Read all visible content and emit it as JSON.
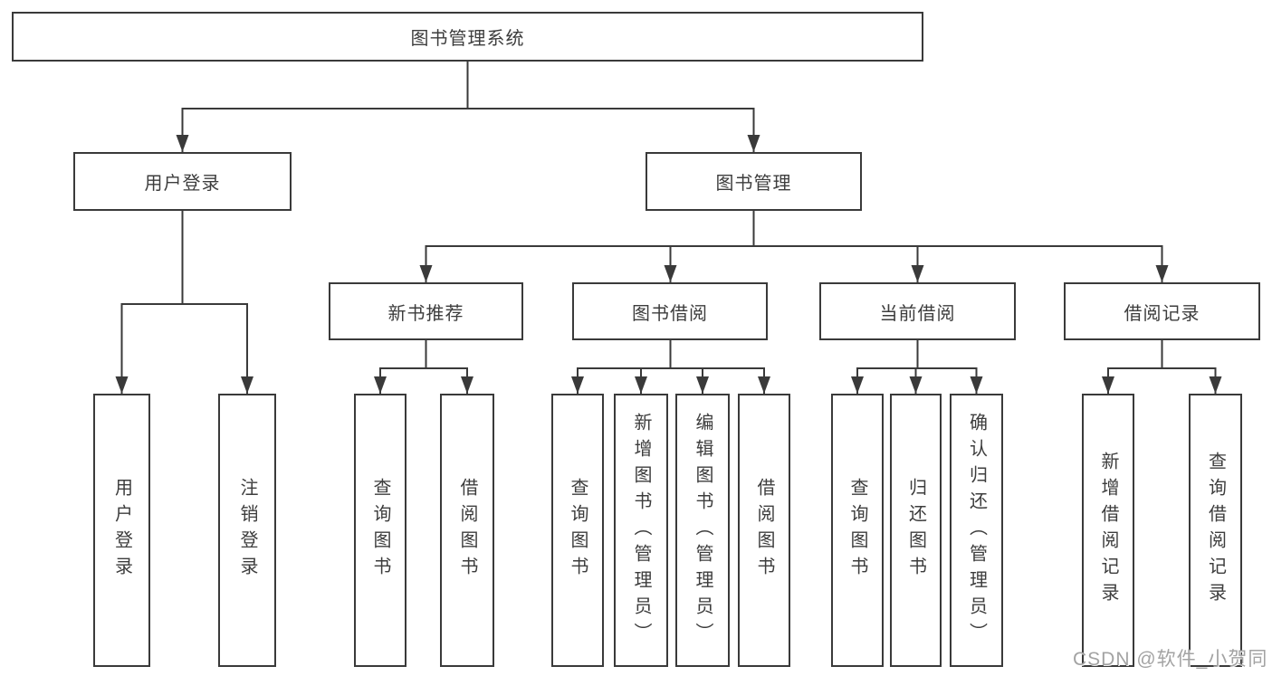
{
  "diagram": {
    "root_label": "图书管理系统",
    "level2": [
      {
        "label": "用户登录"
      },
      {
        "label": "图书管理"
      }
    ],
    "level3": [
      {
        "label": "新书推荐"
      },
      {
        "label": "图书借阅"
      },
      {
        "label": "当前借阅"
      },
      {
        "label": "借阅记录"
      }
    ],
    "leaves_user": [
      {
        "label": "用户登录"
      },
      {
        "label": "注销登录"
      }
    ],
    "leaves_recommend": [
      {
        "label": "查询图书"
      },
      {
        "label": "借阅图书"
      }
    ],
    "leaves_borrow": [
      {
        "label": "查询图书"
      },
      {
        "label": "新增图书（管理员）"
      },
      {
        "label": "编辑图书（管理员）"
      },
      {
        "label": "借阅图书"
      }
    ],
    "leaves_current": [
      {
        "label": "查询图书"
      },
      {
        "label": "归还图书"
      },
      {
        "label": "确认归还（管理员）"
      }
    ],
    "leaves_records": [
      {
        "label": "新增借阅记录"
      },
      {
        "label": "查询借阅记录"
      }
    ]
  },
  "colors": {
    "line": "#3a3a3a",
    "text": "#3d3d3d",
    "watermark": "#a3a3a3"
  },
  "watermark_text": "CSDN @软件_小贺同学"
}
